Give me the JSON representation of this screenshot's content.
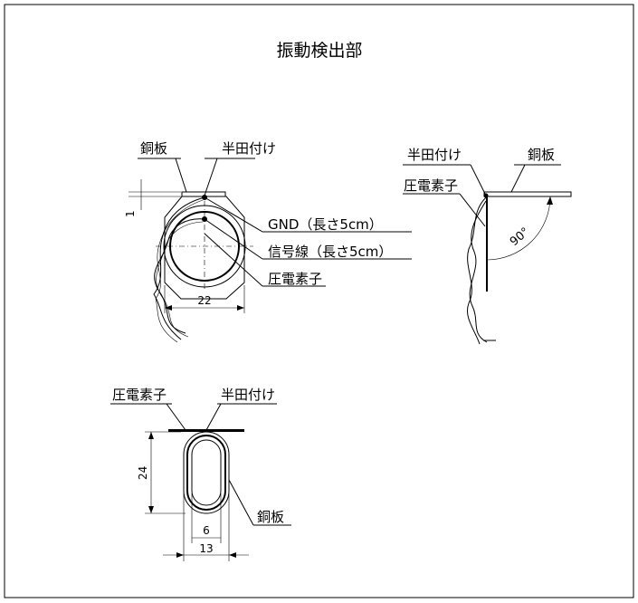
{
  "title": "振動検出部",
  "front_view": {
    "copper_plate_label": "銅板",
    "solder_label": "半田付け",
    "gnd_label": "GND（長さ5cm）",
    "signal_label": "信号線（長さ5cm）",
    "piezo_label": "圧電素子",
    "thickness_dim": "1",
    "diameter_dim": "22"
  },
  "side_view": {
    "solder_label": "半田付け",
    "copper_plate_label": "銅板",
    "piezo_label": "圧電素子",
    "angle_dim": "90°"
  },
  "bottom_view": {
    "piezo_label": "圧電素子",
    "solder_label": "半田付け",
    "copper_plate_label": "銅板",
    "height_dim": "24",
    "inner_width_dim": "6",
    "outer_width_dim": "13"
  }
}
